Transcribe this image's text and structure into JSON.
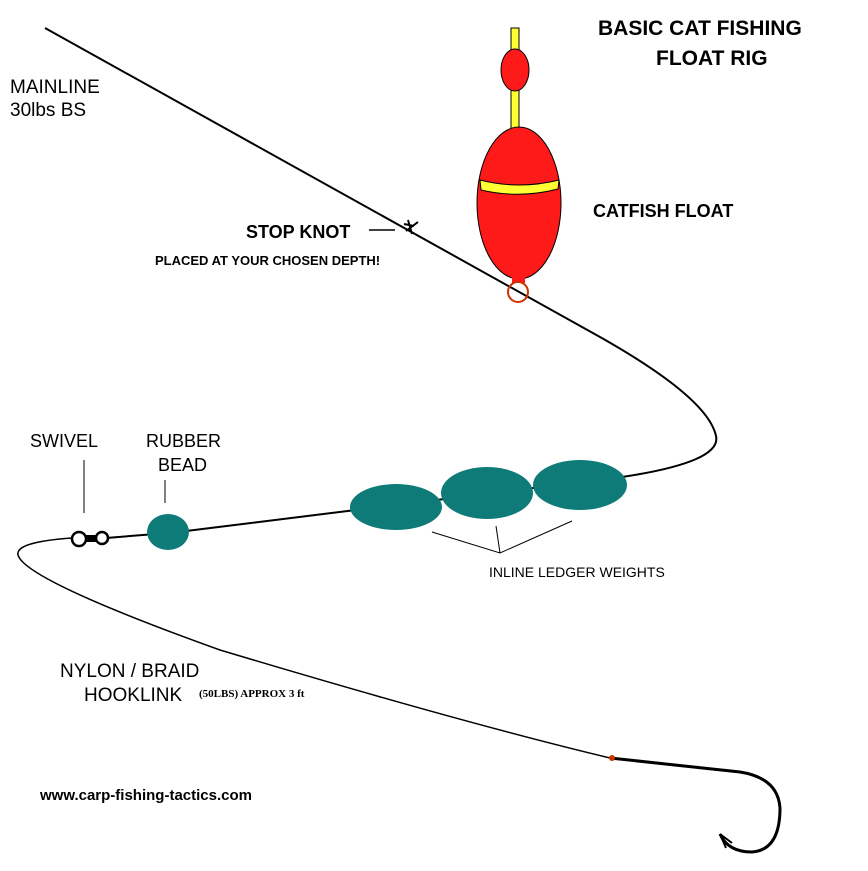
{
  "title": {
    "line1": "BASIC CAT FISHING",
    "line2": "FLOAT RIG"
  },
  "labels": {
    "mainline_line1": "MAINLINE",
    "mainline_line2": "30lbs BS",
    "stop_knot": "STOP KNOT",
    "stop_knot_note": "PLACED AT YOUR CHOSEN DEPTH!",
    "catfish_float": "CATFISH FLOAT",
    "swivel": "SWIVEL",
    "rubber_bead_line1": "RUBBER",
    "rubber_bead_line2": "BEAD",
    "ledger_weights": "INLINE LEDGER WEIGHTS",
    "hooklink_line1": "NYLON / BRAID",
    "hooklink_line2": "HOOKLINK",
    "hooklink_spec": "(50LBS)  APPROX 3 ft",
    "website": "www.carp-fishing-tactics.com"
  },
  "colors": {
    "float_body": "#ff1a1a",
    "float_band": "#ffff33",
    "float_stem": "#ffff33",
    "float_eye": "#cc3300",
    "weights": "#0e7b78",
    "line": "#000000",
    "hook_bead": "#cc3300"
  },
  "icons": [
    "stop-knot-icon",
    "swivel-icon",
    "hook-icon",
    "float-icon"
  ]
}
